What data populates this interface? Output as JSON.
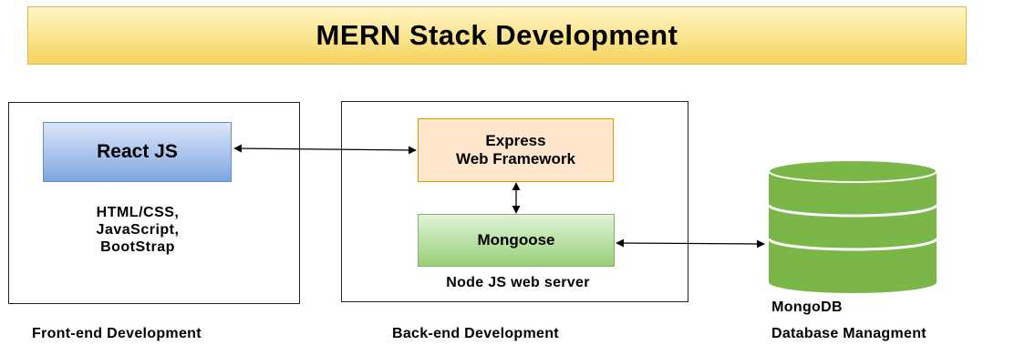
{
  "title": "MERN Stack Development",
  "frontend": {
    "box_label": "React JS",
    "tech_lines": [
      "HTML/CSS,",
      "JavaScript,",
      "BootStrap"
    ],
    "section_label": "Front-end Development"
  },
  "backend": {
    "express_lines": [
      "Express",
      "Web Framework"
    ],
    "mongoose_label": "Mongoose",
    "server_label": "Node JS web server",
    "section_label": "Back-end Development"
  },
  "database": {
    "db_label": "MongoDB",
    "section_label": "Database Managment"
  },
  "colors": {
    "banner": "#f7d35e",
    "react": "#7ea6e0",
    "express": "#ffe6cc",
    "mongoose": "#97d077",
    "mongodb": "#7ab648"
  }
}
